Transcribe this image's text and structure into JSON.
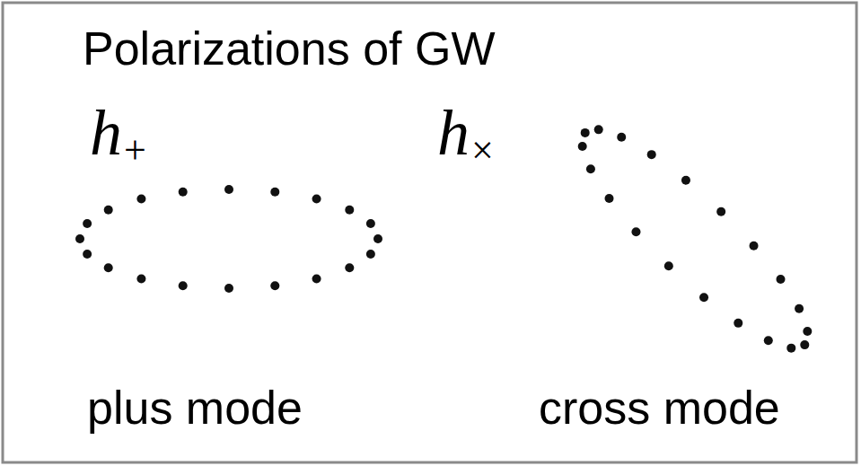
{
  "diagram": {
    "title": "Polarizations of GW",
    "labels": [
      "h",
      "+",
      "h",
      "×",
      "plus mode",
      "cross mode"
    ]
  }
}
